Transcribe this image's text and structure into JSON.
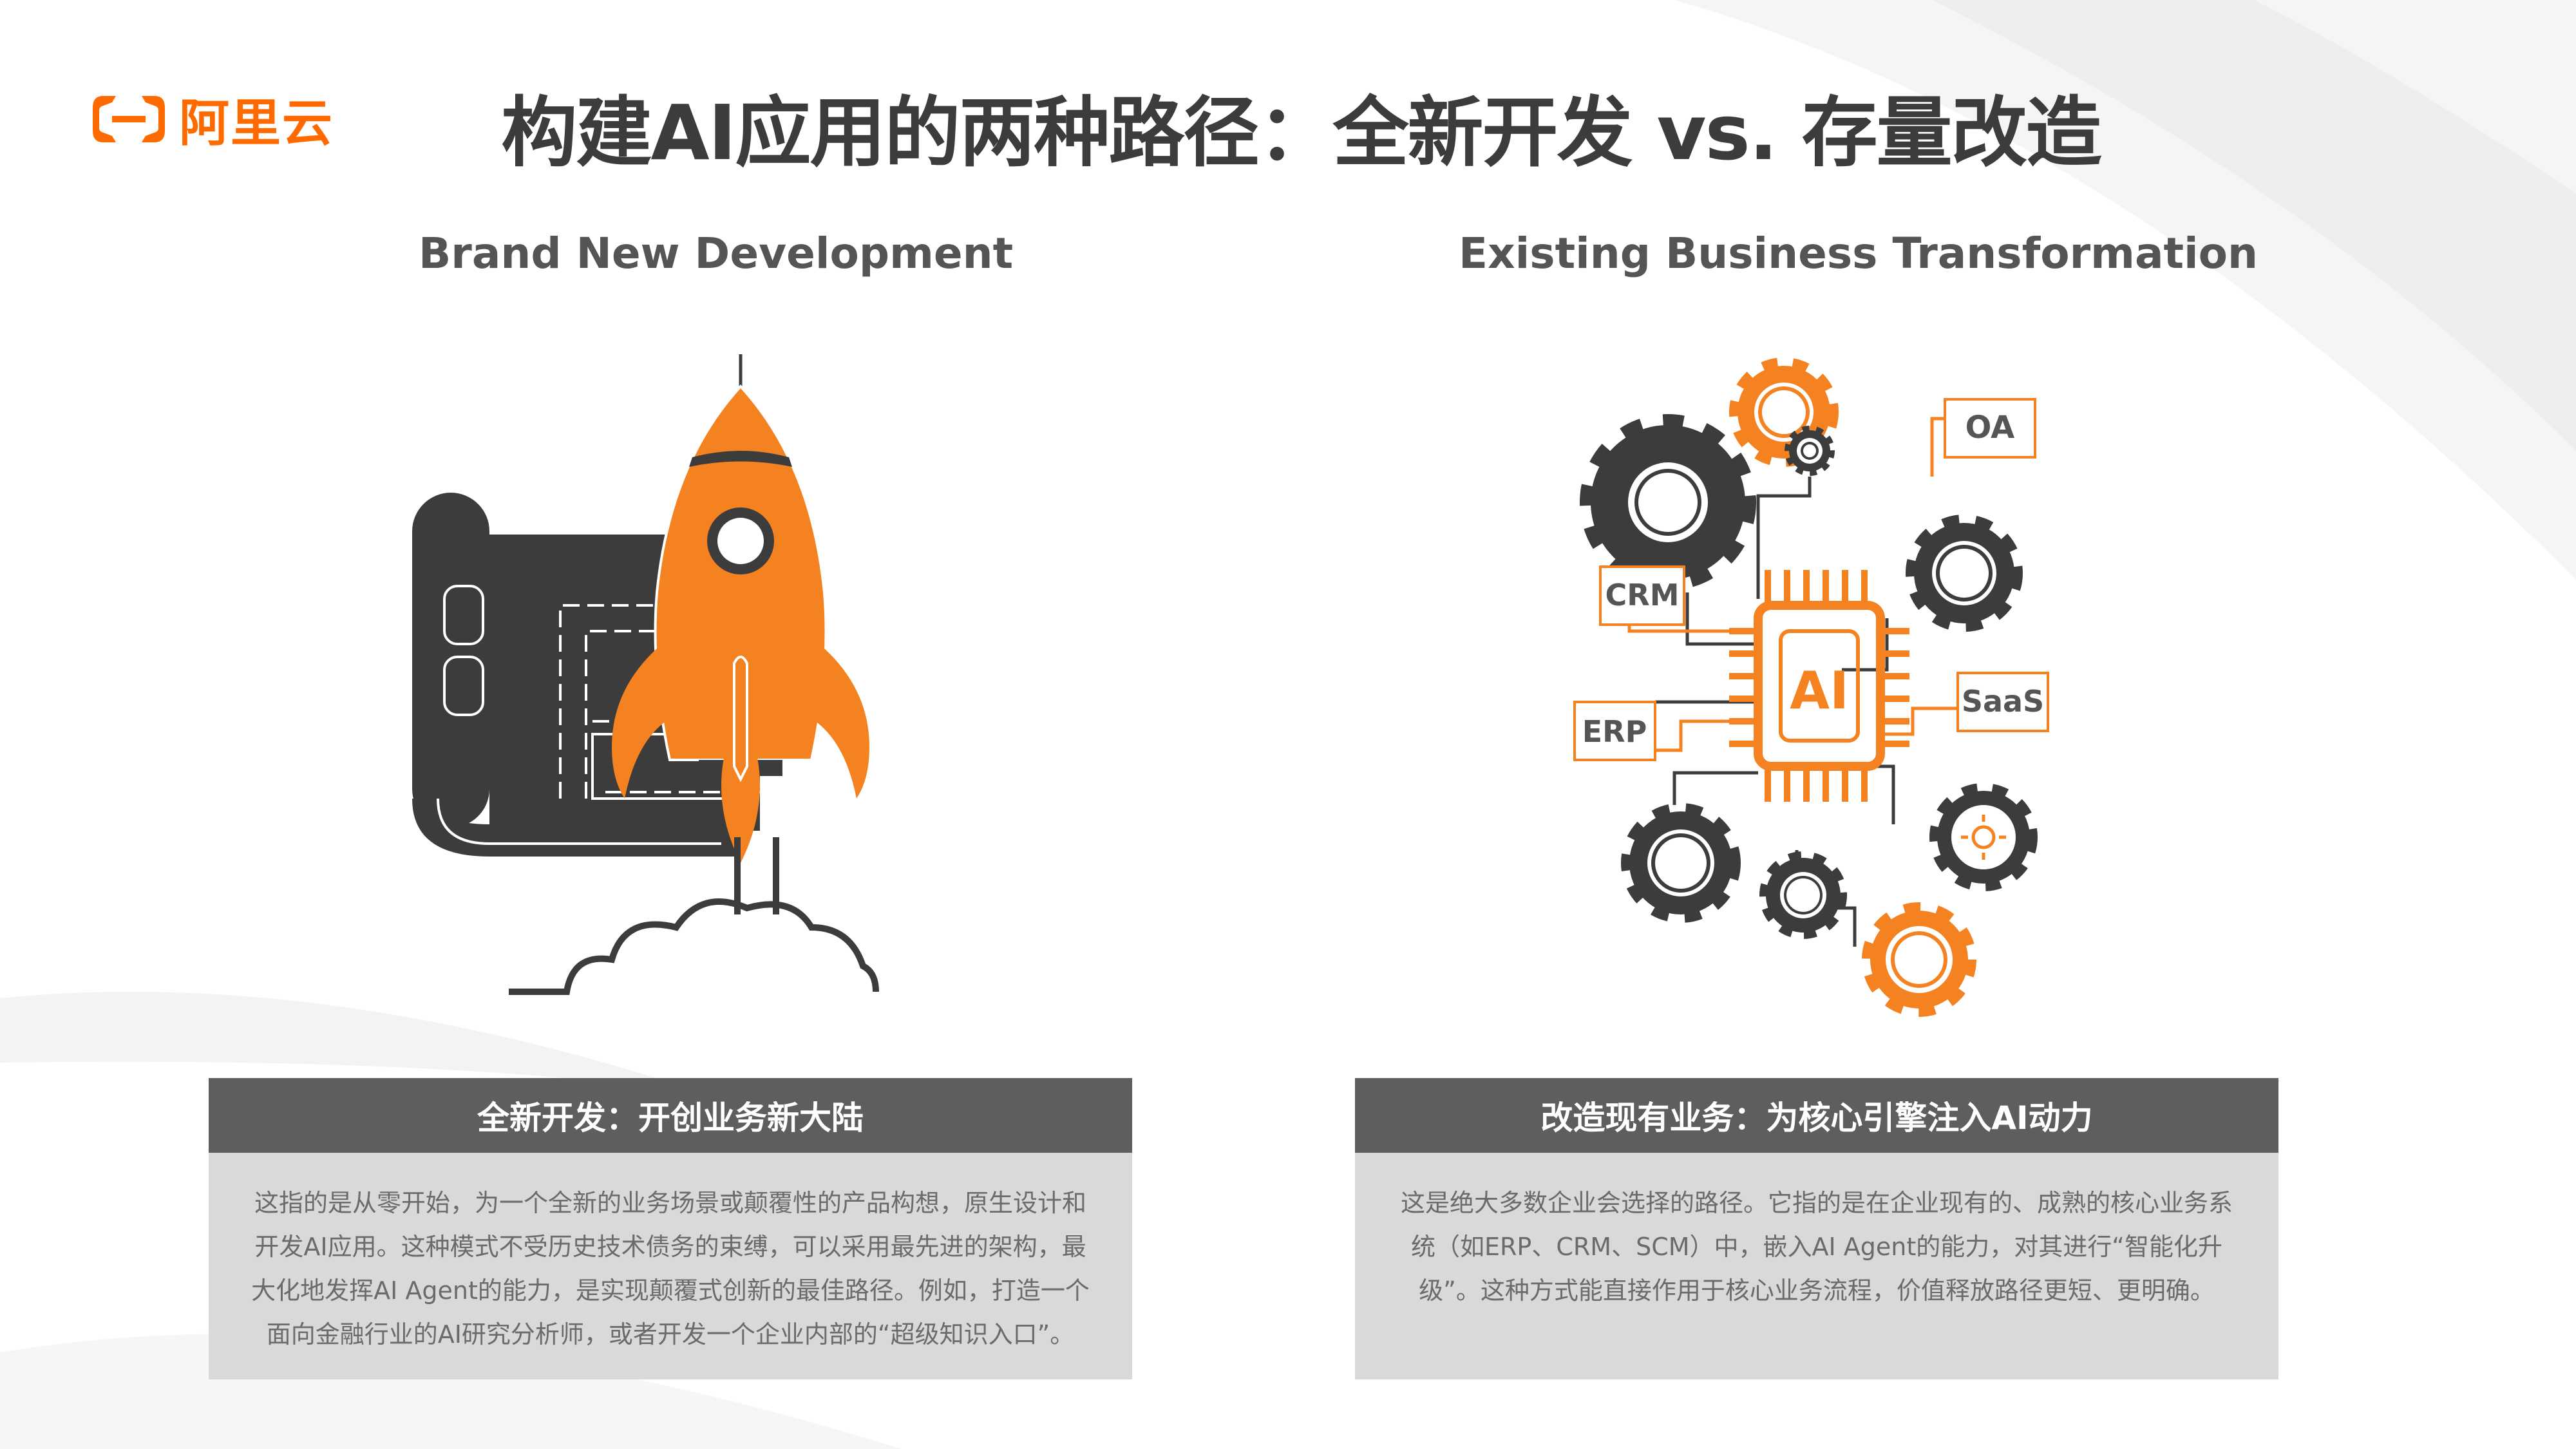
{
  "brand": {
    "logo_text": "阿里云",
    "color": "#ff6a00"
  },
  "title": "构建AI应用的两种路径：全新开发 vs. 存量改造",
  "left": {
    "subtitle": "Brand New Development",
    "illustration": "rocket-launch-over-blueprint",
    "card": {
      "header": "全新开发：开创业务新大陆",
      "body": "这指的是从零开始，为一个全新的业务场景或颠覆性的产品构想，原生设计和开发AI应用。这种模式不受历史技术债务的束缚，可以采用最先进的架构，最大化地发挥AI Agent的能力，是实现颠覆式创新的最佳路径。例如，打造一个面向金融行业的AI研究分析师，或者开发一个企业内部的“超级知识入口”。"
    }
  },
  "right": {
    "subtitle": "Existing Business Transformation",
    "illustration": "ai-chip-with-gears",
    "diagram": {
      "center_label": "AI",
      "labels": [
        "OA",
        "CRM",
        "SaaS",
        "ERP"
      ]
    },
    "card": {
      "header": "改造现有业务：为核心引擎注入AI动力",
      "body": "这是绝大多数企业会选择的路径。它指的是在企业现有的、成熟的核心业务系统（如ERP、CRM、SCM）中，嵌入AI Agent的能力，对其进行“智能化升级”。这种方式能直接作用于核心业务流程，价值释放路径更短、更明确。"
    }
  },
  "colors": {
    "accent": "#f58220",
    "dark": "#3c3c3c",
    "card_header": "#5e5e5e",
    "card_body": "#d9d9d9"
  }
}
